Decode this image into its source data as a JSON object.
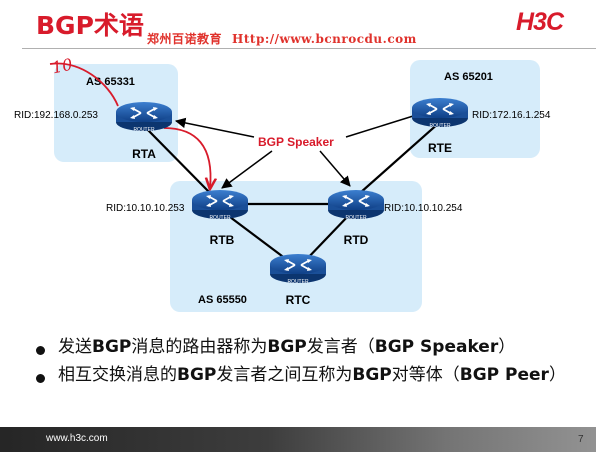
{
  "slide": {
    "title": "BGP术语",
    "watermark_org": "郑州百诺教育",
    "watermark_url": "Http://www.bcnrocdu.com",
    "logo": "H3C"
  },
  "diagram": {
    "annotation": "10",
    "speaker_label": "BGP Speaker",
    "as_boxes": [
      {
        "id": "as1",
        "label": "AS 65331"
      },
      {
        "id": "as2",
        "label": "AS 65201"
      },
      {
        "id": "as3",
        "label": "AS 65550"
      }
    ],
    "routers": [
      {
        "id": "rta",
        "name": "RTA",
        "rid": "RID:192.168.0.253"
      },
      {
        "id": "rte",
        "name": "RTE",
        "rid": "RID:172.16.1.254"
      },
      {
        "id": "rtb",
        "name": "RTB",
        "rid": "RID:10.10.10.253"
      },
      {
        "id": "rtd",
        "name": "RTD",
        "rid": "RID:10.10.10.254"
      },
      {
        "id": "rtc",
        "name": "RTC",
        "rid": ""
      }
    ],
    "router_badge": "ROUTER"
  },
  "bullets": [
    {
      "pre": "发送",
      "b1": "BGP",
      "mid": "消息的路由器称为",
      "b2": "BGP",
      "post": "发言者（",
      "b3": "BGP Speaker",
      "end": "）"
    },
    {
      "pre": "相互交换消息的",
      "b1": "BGP",
      "mid": "发言者之间互称为",
      "b2": "BGP",
      "post": "对等体（",
      "b3": "BGP Peer",
      "end": "）"
    }
  ],
  "footer": {
    "site": "www.h3c.com",
    "page": "7"
  },
  "colors": {
    "accent": "#d81b2b",
    "as_box": "#d6ecfa",
    "router": "#1c5aa8"
  }
}
